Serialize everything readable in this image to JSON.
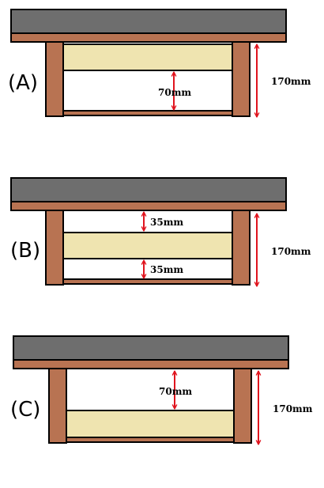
{
  "colors": {
    "top": "#6e6e6e",
    "wood": "#b87352",
    "panel": "#efe4b0",
    "arrow": "#e0141e",
    "outline": "#000000"
  },
  "diagrams": [
    {
      "id": "A",
      "label": "(A)",
      "total_height": "170mm",
      "gaps": [
        {
          "text": "70mm"
        }
      ]
    },
    {
      "id": "B",
      "label": "(B)",
      "total_height": "170mm",
      "gaps": [
        {
          "text": "35mm"
        },
        {
          "text": "35mm"
        }
      ]
    },
    {
      "id": "C",
      "label": "(C)",
      "total_height": "170mm",
      "gaps": [
        {
          "text": "70mm"
        }
      ]
    }
  ]
}
